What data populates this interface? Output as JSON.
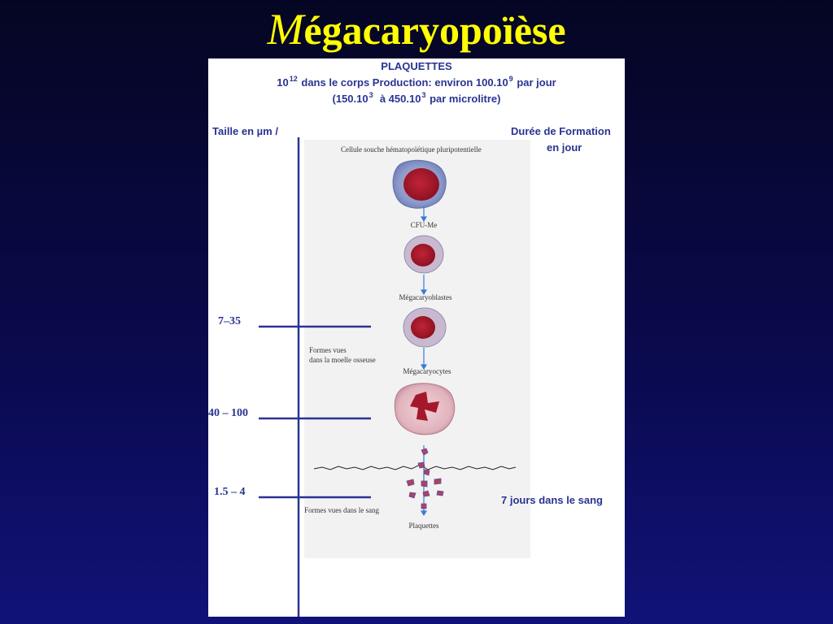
{
  "slide": {
    "title_first_letter": "M",
    "title_rest": "égacaryopoïèse"
  },
  "header": {
    "title": "PLAQUETTES",
    "line2_a": "10",
    "line2_sup1": "12",
    "line2_b": "dans le corps Production: environ 100.10",
    "line2_sup2": "9",
    "line2_c": "par jour",
    "line3_a": "(150.10",
    "line3_sup1": "3",
    "line3_b": "à 450.10",
    "line3_sup2": "3",
    "line3_c": "par microlitre)"
  },
  "axis": {
    "left_label": "Taille en  µm /",
    "right_label_1": "Durée de Formation",
    "right_label_2": "en jour"
  },
  "stages": {
    "stem_cell": "Cellule souche hématopoïétique pluripotentielle",
    "cfu": "CFU-Me",
    "megakaryoblasts": "Mégacaryoblastes",
    "megakaryocytes": "Mégacaryocytes",
    "platelets": "Plaquettes"
  },
  "notes": {
    "marrow_1": "Formes vues",
    "marrow_2": "dans la moelle osseuse",
    "blood": "Formes vues  dans le sang",
    "blood_duration": "7 jours dans le sang"
  },
  "sizes": {
    "s1": "7–35",
    "s2": "40 – 100",
    "s3": "1.5 – 4"
  },
  "colors": {
    "title": "#ffff00",
    "axis": "#2a3393",
    "arrow": "#3a7bd5",
    "nucleus": "#a3162a",
    "cytoplasm": "#9aa6cf"
  }
}
